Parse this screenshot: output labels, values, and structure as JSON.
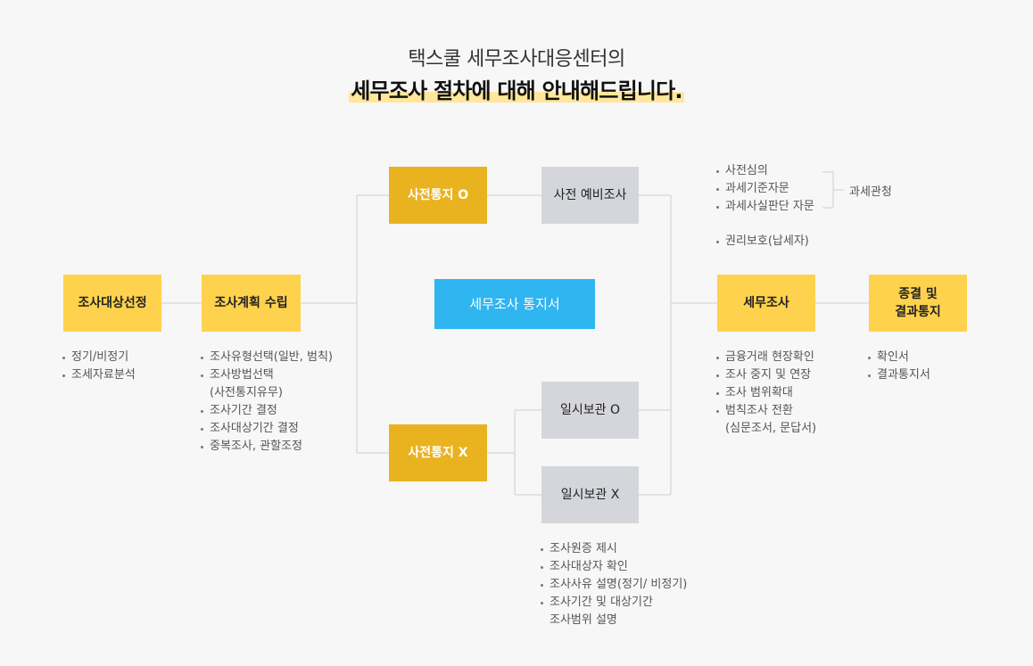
{
  "heading": {
    "subtitle": "택스쿨 세무조사대응센터의",
    "title": "세무조사 절차에 대해 안내해드립니다."
  },
  "colors": {
    "light_yellow": "#ffd24d",
    "gold": "#e9b320",
    "gray": "#d5d6db",
    "blue": "#2fb5ef",
    "highlight": "#ffe69a"
  },
  "boxes": {
    "target": "조사대상선정",
    "plan": "조사계획 수립",
    "notice_o": "사전통지 O",
    "notice_x": "사전통지 X",
    "pre_audit": "사전 예비조사",
    "keep_o": "일시보관 O",
    "keep_x": "일시보관 X",
    "notice_doc": "세무조사 통지서",
    "audit": "세무조사",
    "closing": "종결 및\n결과통지"
  },
  "notes": {
    "target": [
      "정기/비정기",
      "조세자료분석"
    ],
    "plan": [
      "조사유형선택(일반, 범칙)",
      "조사방법선택",
      "(사전통지유무)",
      "조사기간 결정",
      "조사대상기간 결정",
      "중복조사, 관할조정"
    ],
    "audit_top": [
      "사전심의",
      "과세기준자문",
      "과세사실판단 자문"
    ],
    "audit_top_label": "과세관청",
    "rights": [
      "권리보호(납세자)"
    ],
    "audit": [
      "금융거래 현장확인",
      "조사 중지 및 연장",
      "조사 범위확대",
      "범칙조사 전환",
      "(심문조서, 문답서)"
    ],
    "closing": [
      "확인서",
      "결과통지서"
    ],
    "keep_x": [
      "조사원증 제시",
      "조사대상자 확인",
      "조사사유 설명(정기/ 비정기)",
      "조사기간 및 대상기간",
      "조사범위 설명"
    ]
  }
}
